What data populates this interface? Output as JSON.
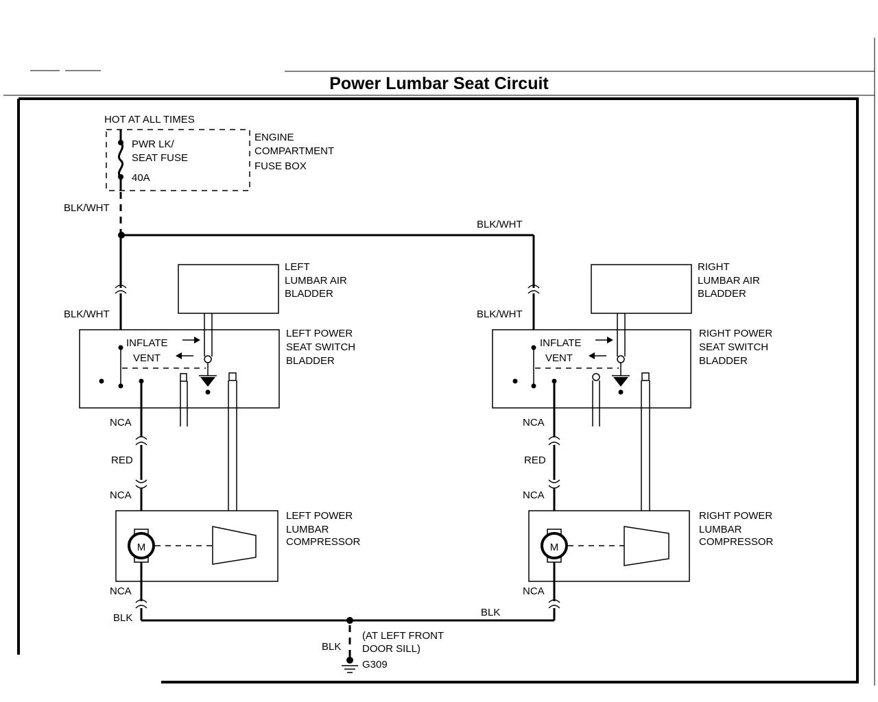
{
  "title": "Power Lumbar Seat Circuit",
  "fuse": {
    "hot_label": "HOT AT ALL TIMES",
    "name_line1": "PWR LK/",
    "name_line2": "SEAT FUSE",
    "rating": "40A",
    "box_line1": "ENGINE",
    "box_line2": "COMPARTMENT",
    "box_line3": "FUSE BOX"
  },
  "wires": {
    "feed": "BLK/WHT",
    "right_feed": "BLK/WHT",
    "left_switch_in": "BLK/WHT",
    "right_switch_in": "BLK/WHT",
    "left_nca_top": "NCA",
    "left_red": "RED",
    "left_nca_mid": "NCA",
    "left_nca_bottom": "NCA",
    "left_blk": "BLK",
    "right_nca_top": "NCA",
    "right_red": "RED",
    "right_nca_mid": "NCA",
    "right_nca_bottom": "NCA",
    "ground_blk": "BLK",
    "ground_drop_blk": "BLK"
  },
  "left": {
    "bladder": [
      "LEFT",
      "LUMBAR AIR",
      "BLADDER"
    ],
    "switch": [
      "LEFT POWER",
      "SEAT SWITCH",
      "BLADDER"
    ],
    "compressor": [
      "LEFT POWER",
      "LUMBAR",
      "COMPRESSOR"
    ],
    "inflate": "INFLATE",
    "vent": "VENT",
    "motor": "M"
  },
  "right": {
    "bladder": [
      "RIGHT",
      "LUMBAR AIR",
      "BLADDER"
    ],
    "switch": [
      "RIGHT POWER",
      "SEAT SWITCH",
      "BLADDER"
    ],
    "compressor": [
      "RIGHT POWER",
      "LUMBAR",
      "COMPRESSOR"
    ],
    "inflate": "INFLATE",
    "vent": "VENT",
    "motor": "M"
  },
  "ground": {
    "location_line1": "(AT LEFT FRONT",
    "location_line2": "DOOR SILL)",
    "id": "G309"
  }
}
